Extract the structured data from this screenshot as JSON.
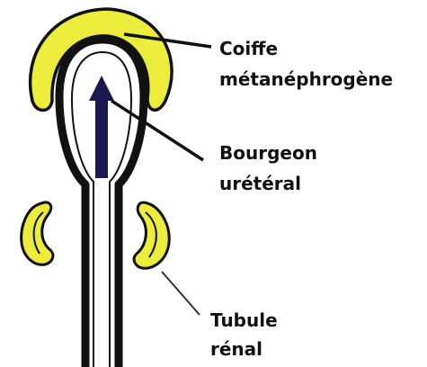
{
  "labels": {
    "coiffe_line1": "Coiffe",
    "coiffe_line2": "métanéphrogène",
    "bourgeon_line1": "Bourgeon",
    "bourgeon_line2": "urétéral",
    "tubule_line1": "Tubule",
    "tubule_line2": "rénal"
  },
  "colors": {
    "cap_fill": "#ecec3c",
    "outline": "#111111",
    "arrow": "#1c1850",
    "background": "#ffffff"
  }
}
